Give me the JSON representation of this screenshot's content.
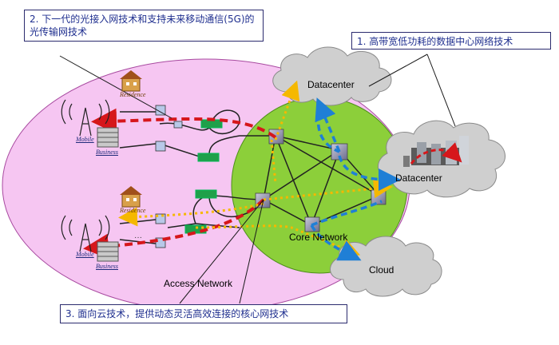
{
  "callouts": {
    "c1": "1. 高带宽低功耗的数据中心网络技术",
    "c2": "2. 下一代的光接入网技术和支持未来移动通信(5G)的光传输网技术",
    "c3": "3. 面向云技术，提供动态灵活高效连接的核心网技术"
  },
  "labels": {
    "datacenter_top": "Datacenter",
    "datacenter_right": "Datacenter",
    "cloud": "Cloud",
    "core_network": "Core Network",
    "access_network": "Access Network",
    "residence": "Residence",
    "mobile": "Mobile",
    "business": "Business"
  },
  "colors": {
    "access_fill": "#f6c6f2",
    "core_fill": "#8ccf3a",
    "red_path": "#d6171b",
    "yellow_path": "#f5b800",
    "blue_path": "#1f7fd6",
    "node": "#8c8ca8"
  }
}
